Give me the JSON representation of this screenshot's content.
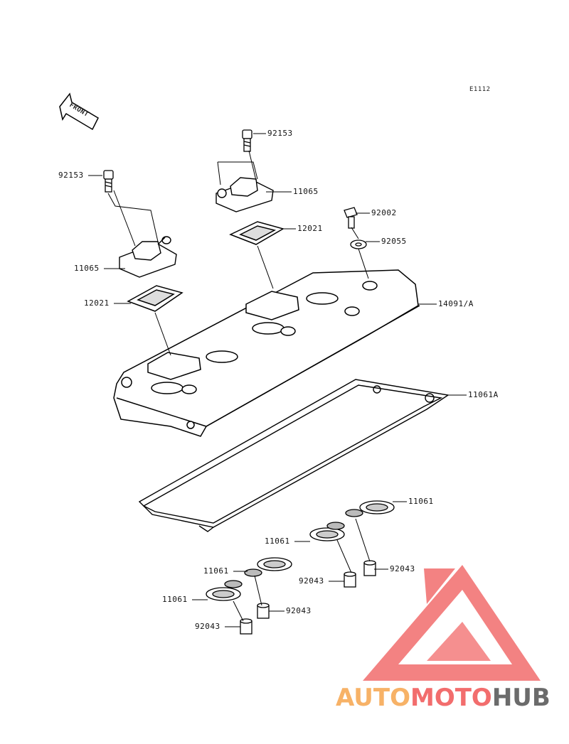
{
  "ref_code": "E1112",
  "front_label": "FRONT",
  "watermark": {
    "part1": "AUTO",
    "part2": "MOTO",
    "part3": "HUB",
    "color1": "#f7b267",
    "color2": "#f26d6d",
    "color3": "#6b6b6b",
    "logo_color": "#f26d6d"
  },
  "labels": {
    "bolt_left": "92153",
    "bolt_right": "92153",
    "cap_left": "11065",
    "cap_right": "11065",
    "plate_left": "12021",
    "plate_right": "12021",
    "bolt_92002": "92002",
    "washer_92055": "92055",
    "cover": "14091/A",
    "gasket": "11061A",
    "seal_1": "11061",
    "seal_2": "11061",
    "seal_3": "11061",
    "seal_4": "11061",
    "collar_1": "92043",
    "collar_2": "92043",
    "collar_3": "92043",
    "collar_4": "92043"
  }
}
